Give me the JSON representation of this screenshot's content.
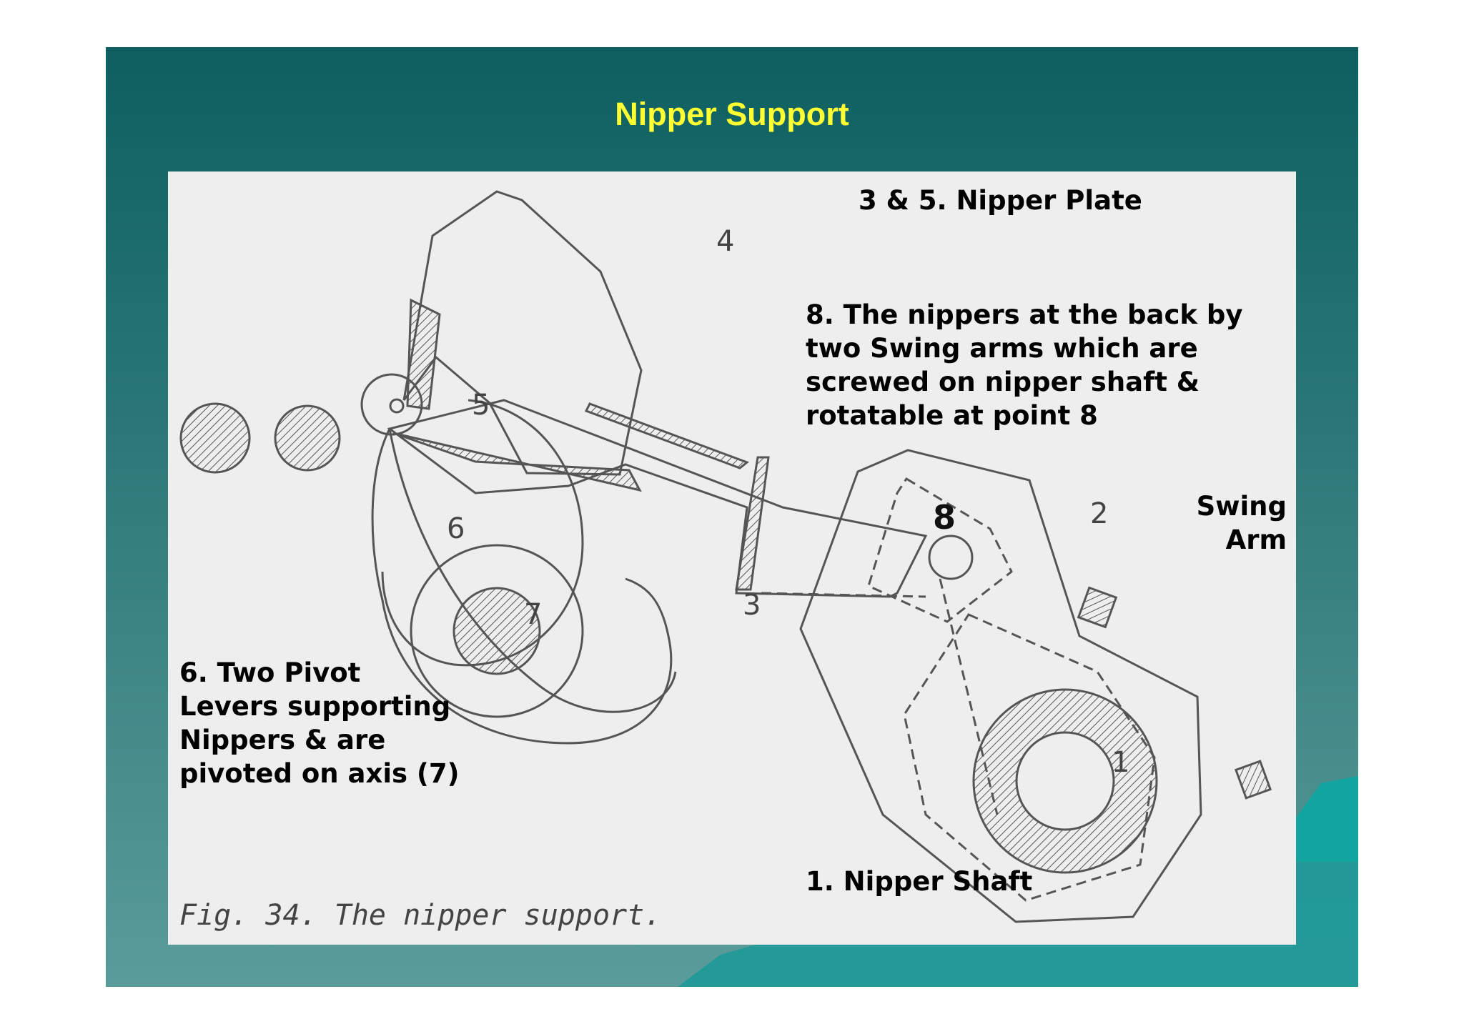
{
  "slide": {
    "title": "Nipper Support",
    "colors": {
      "background_top": "#0d5f5f",
      "background_bottom": "#5a9c9a",
      "title": "#ffff33",
      "panel": "#efeeee"
    }
  },
  "diagram": {
    "caption": "Fig. 34. The nipper support.",
    "part_numbers": [
      "1",
      "2",
      "3",
      "4",
      "5",
      "6",
      "7"
    ],
    "point_marker": "8"
  },
  "labels": {
    "nipper_plate": "3 & 5. Nipper Plate",
    "nippers_back": "8. The nippers at the back by\ntwo Swing arms which are\nscrewed on nipper shaft &\nrotatable at point 8",
    "swing_arm": "Swing\nArm",
    "pivot_levers": "6. Two Pivot\nLevers supporting\nNippers & are\npivoted on axis (7)",
    "nipper_shaft": "1. Nipper Shaft"
  }
}
